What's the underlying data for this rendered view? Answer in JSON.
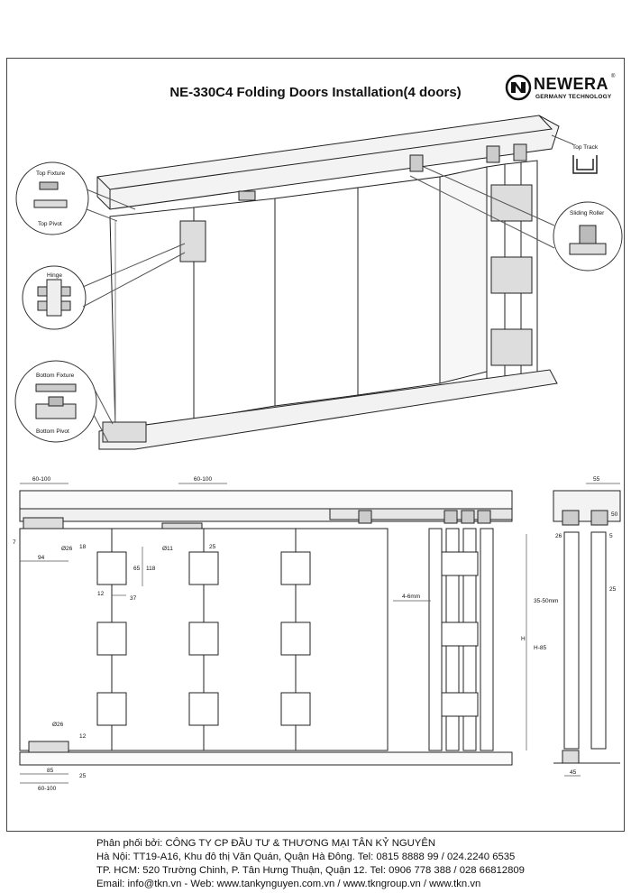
{
  "title": "NE-330C4 Folding Doors Installation(4 doors)",
  "brand": {
    "name": "NEWERA",
    "tagline": "GERMANY TECHNOLOGY",
    "registered": "®"
  },
  "callouts": {
    "top_fixture": "Top Fixture",
    "top_pivot": "Top Pivot",
    "hinge": "Hinge",
    "bottom_fixture": "Bottom Fixture",
    "bottom_pivot": "Bottom Pivot",
    "top_track": "Top Track",
    "sliding_roller": "Sliding Roller"
  },
  "dimensions": {
    "d_60_100_top": "60-100",
    "d_60_100_mid": "60-100",
    "d_7": "7",
    "d_18": "18",
    "d_26_top": "Ø26",
    "d_94": "94",
    "d_11": "Ø11",
    "d_25_top": "25",
    "d_65": "65",
    "d_118": "118",
    "d_12_a": "12",
    "d_37": "37",
    "d_4_6mm": "4-6mm",
    "d_26_bottom": "Ø26",
    "d_12_b": "12",
    "d_85": "85",
    "d_25_bottom": "25",
    "d_60_100_bottom": "60-100",
    "d_55": "55",
    "d_50": "50",
    "d_26_side": "26",
    "d_5": "5",
    "d_25_side": "25",
    "d_35_50mm": "35-50mm",
    "d_H": "H",
    "d_H_85": "H-85",
    "d_45": "45"
  },
  "footer": {
    "line1": "Phân phối bởi: CÔNG TY CP ĐẦU TƯ & THƯƠNG MẠI TÂN KỶ NGUYÊN",
    "line2": "Hà Nội: TT19-A16, Khu đô thị Văn Quán, Quận Hà Đông. Tel: 0815 8888 99 / 024.2240 6535",
    "line3": "TP. HCM: 520 Trường Chinh, P. Tân Hưng Thuận, Quận 12. Tel: 0906 778 388 / 028 66812809",
    "line4": "Email: info@tkn.vn - Web: www.tankynguyen.com.vn / www.tkngroup.vn / www.tkn.vn"
  }
}
